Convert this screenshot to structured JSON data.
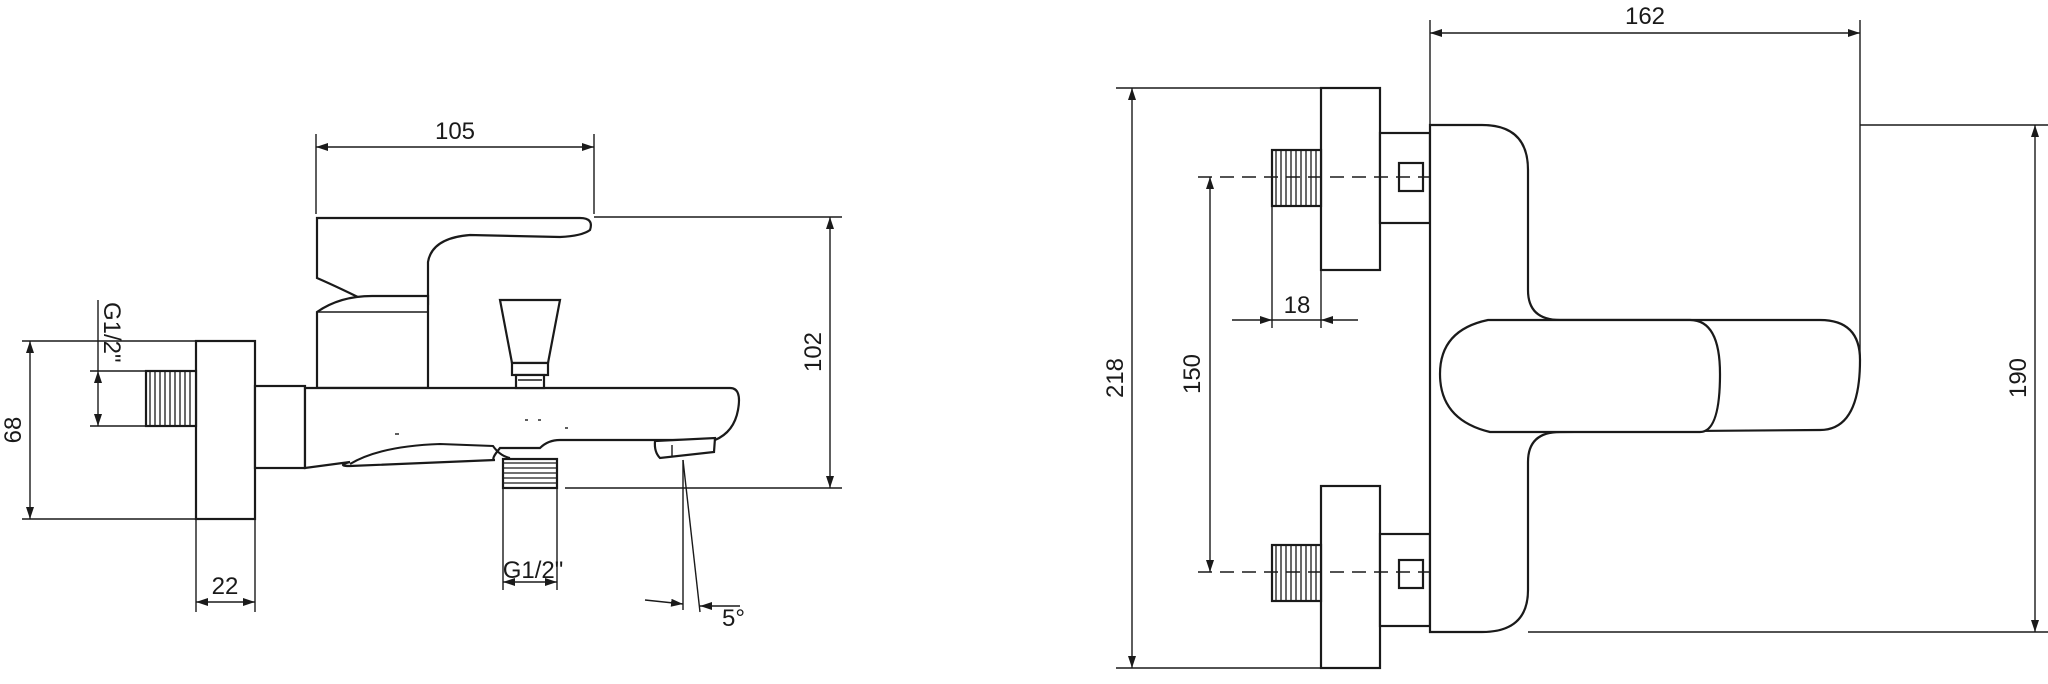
{
  "dimensions": {
    "side_view": {
      "spout_reach": "105",
      "height": "102",
      "wall_plate_height": "68",
      "wall_plate_depth": "22",
      "wall_thread": "G1/2\"",
      "outlet_thread": "G1/2\"",
      "spout_angle": "5°"
    },
    "top_view": {
      "body_width": "162",
      "overall_height": "218",
      "inlet_spacing": "150",
      "thread_length": "18",
      "body_height": "190"
    }
  }
}
